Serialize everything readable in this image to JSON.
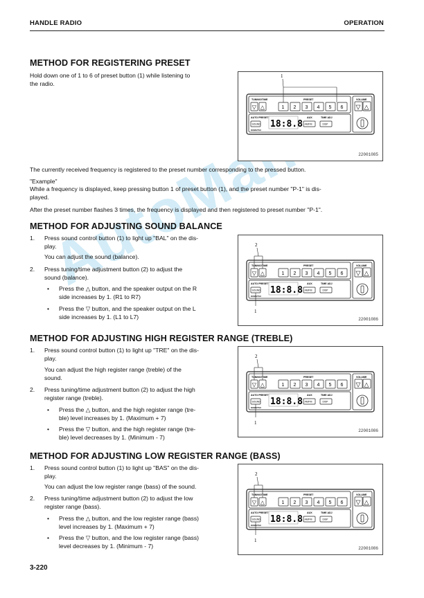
{
  "header": {
    "left": "HANDLE RADIO",
    "right": "OPERATION"
  },
  "watermark": "AutoManual",
  "footer": {
    "page": "3-220"
  },
  "panel_labels": {
    "tuning_time": "TUNING/TIME",
    "preset": "PRESET",
    "volume": "VOLUME",
    "auto_preset": "AUTO PRESET",
    "sound": "SOUND",
    "aux": "AUX",
    "time_adj": "TIME ADJ",
    "am_fm": "AM/FM",
    "disp": "DISP",
    "display": "18:8.8",
    "brand": "KOMATSU",
    "presets": [
      "1",
      "2",
      "3",
      "4",
      "5",
      "6"
    ]
  },
  "section1": {
    "title": "METHOD FOR REGISTERING PRESET",
    "p1_l1": "Hold down one of 1 to 6 of preset button (1) while listening to",
    "p1_l2": "the radio.",
    "p2": "The currently received frequency is registered to the preset number corresponding to the pressed button.",
    "p3": "\"Example\"",
    "p4_l1": "While a frequency is displayed, keep pressing button 1 of preset button (1), and the preset number \"P-1\" is dis-",
    "p4_l2": "played.",
    "p5": "After the preset number flashes 3 times, the frequency is displayed and then registered to preset number \"P-1\".",
    "fig_code": "22001085",
    "callout1": "1"
  },
  "section2": {
    "title": "METHOD FOR ADJUSTING SOUND BALANCE",
    "n1": "1.",
    "i1_l1": "Press sound control button (1) to light up \"BAL\" on the dis-",
    "i1_l2": "play.",
    "i1_sub": "You can adjust the sound (balance).",
    "n2": "2.",
    "i2_l1": "Press tuning/time adjustment button (2) to adjust the",
    "i2_l2": "sound (balance).",
    "b1_l1": "Press the △ button, and the speaker output on the R",
    "b1_l2": "side increases by 1. (R1 to R7)",
    "b2_l1": "Press the ▽ button, and the speaker output on the L",
    "b2_l2": "side increases by 1. (L1 to L7)",
    "fig_code": "22001086",
    "callout1": "1",
    "callout2": "2"
  },
  "section3": {
    "title": "METHOD FOR ADJUSTING HIGH REGISTER RANGE (TREBLE)",
    "n1": "1.",
    "i1_l1": "Press sound control button (1) to light up \"TRE\" on the dis-",
    "i1_l2": "play.",
    "i1_sub_l1": "You can adjust the high register range (treble) of the",
    "i1_sub_l2": "sound.",
    "n2": "2.",
    "i2_l1": "Press tuning/time adjustment button (2) to adjust the high",
    "i2_l2": "register range (treble).",
    "b1_l1": "Press the △ button, and the high register range (tre-",
    "b1_l2": "ble) level increases by 1. (Maximum + 7)",
    "b2_l1": "Press the ▽ button, and the high register range (tre-",
    "b2_l2": "ble) level decreases by 1. (Minimum - 7)",
    "fig_code": "22001086",
    "callout1": "1",
    "callout2": "2"
  },
  "section4": {
    "title": "METHOD FOR ADJUSTING LOW REGISTER RANGE (BASS)",
    "n1": "1.",
    "i1_l1": "Press sound control button (1) to light up \"BAS\" on the dis-",
    "i1_l2": "play.",
    "i1_sub": "You can adjust the low register range (bass) of the sound.",
    "n2": "2.",
    "i2_l1": "Press tuning/time adjustment button (2) to adjust the low",
    "i2_l2": "register range (bass).",
    "b1_l1": "Press the △ button, and the low register range (bass)",
    "b1_l2": "level increases by 1. (Maximum + 7)",
    "b2_l1": "Press the ▽ button, and the low register range (bass)",
    "b2_l2": "level decreases by 1. (Minimum - 7)",
    "fig_code": "22001086",
    "callout1": "1",
    "callout2": "2"
  },
  "bullet": "•"
}
